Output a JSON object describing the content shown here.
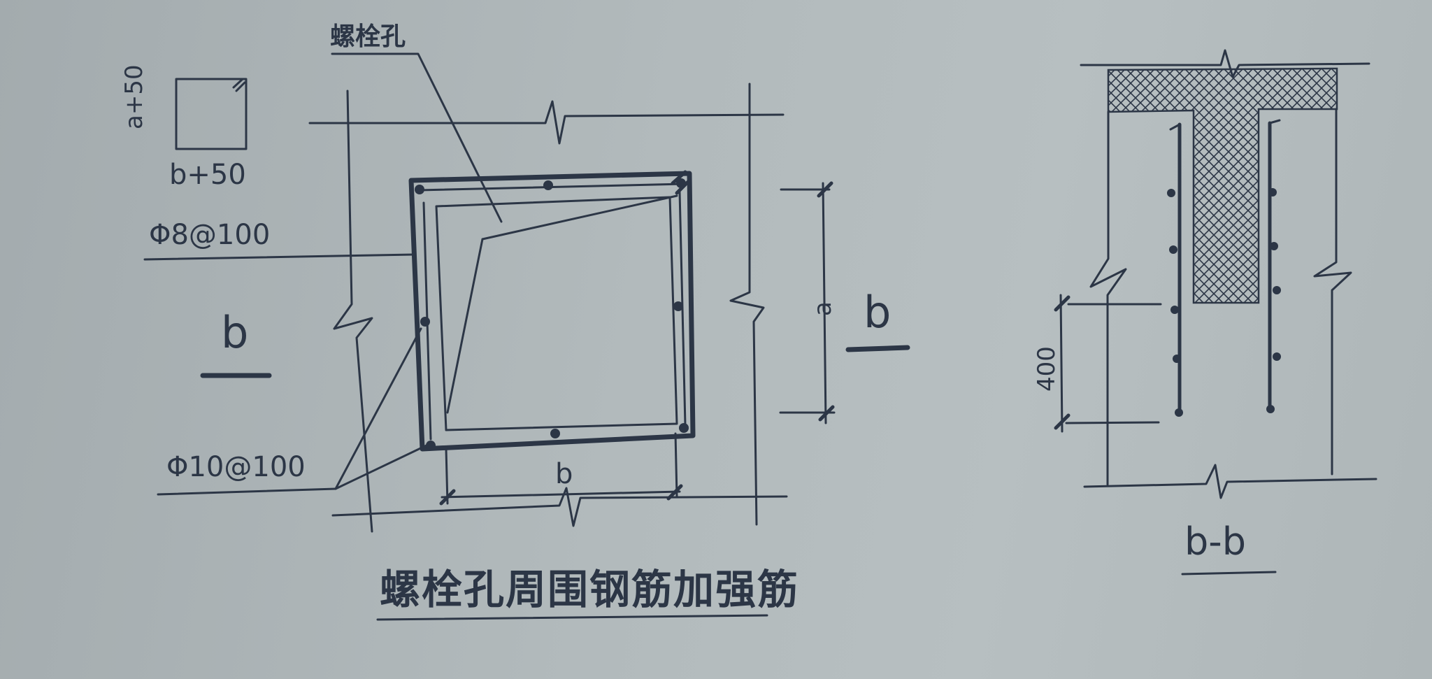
{
  "labels": {
    "bolt_hole": "螺栓孔",
    "a_plus_50": "a+50",
    "b_plus_50": "b+50",
    "rebar_8": "Φ8@100",
    "rebar_10": "Φ10@100",
    "section_mark_left": "b",
    "section_mark_right": "b",
    "dim_a": "a",
    "dim_b": "b",
    "dim_400": "400",
    "section_title": "b-b",
    "main_title": "螺栓孔周围钢筋加强筋"
  },
  "colors": {
    "ink": "#2c3646",
    "paper": "#b2babc",
    "hatch": "#2c3646"
  }
}
